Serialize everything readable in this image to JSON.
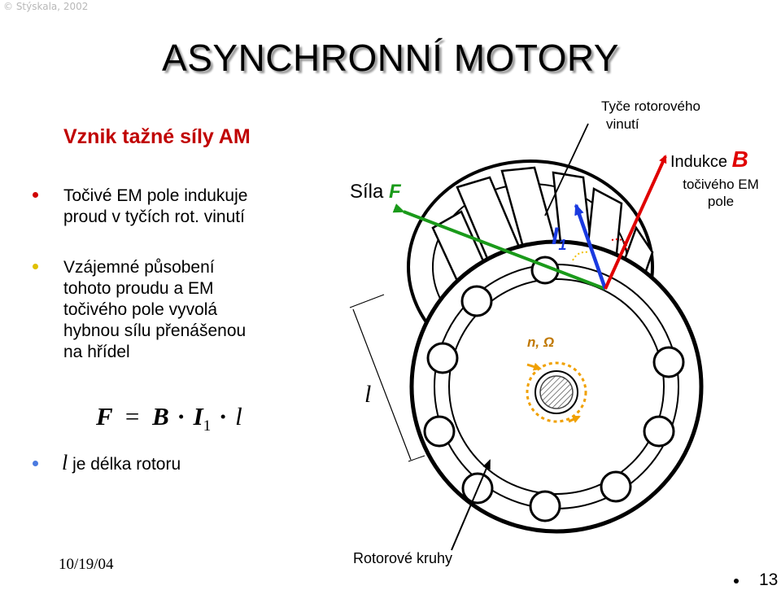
{
  "copyright": "© Stýskala, 2002",
  "title": "ASYNCHRONNÍ  MOTORY",
  "subtitle": "Vznik tažné síly AM",
  "bullets": [
    {
      "line1": "Točivé EM pole indukuje",
      "line2": "proud v tyčích rot. vinutí"
    },
    {
      "line1": "Vzájemné působení",
      "line2": "tohoto proudu a EM",
      "line3": "točivého pole vyvolá",
      "line4": "hybnou sílu přenášenou",
      "line5": "na hřídel"
    }
  ],
  "formula": {
    "f": "F",
    "eq": "=",
    "b": "B",
    "dot": "·",
    "i": "I",
    "sub": "1",
    "l": "l"
  },
  "rotor_note": {
    "symbol": "l",
    "text": "je délka rotoru"
  },
  "diagram": {
    "sila_label": "Síla",
    "sila_symbol": "F",
    "tyce_line1": "Tyče rotorového",
    "tyce_line2": "vinutí",
    "indukce_label": "Indukce",
    "indukce_symbol": "B",
    "tociveho_line1": "točivého EM",
    "tociveho_line2": "pole",
    "current_symbol": "I",
    "current_sub": "1",
    "speed_label": "n, Ω",
    "length_symbol": "l",
    "rotor_rings": "Rotorové kruhy"
  },
  "footer": {
    "date": "10/19/04",
    "page": "13"
  },
  "colors": {
    "red": "#e00000",
    "green": "#1a9a1a",
    "blue": "#1a3ae0",
    "orange": "#f0a000",
    "bullet_red": "#d00000",
    "bullet_yellow": "#e0c000",
    "bullet_blue": "#4a7ae0"
  }
}
